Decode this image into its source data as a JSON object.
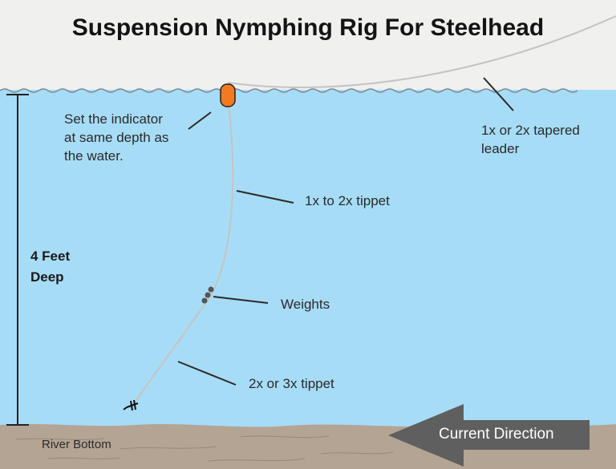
{
  "title": "Suspension Nymphing Rig For Steelhead",
  "labels": {
    "indicator_note": [
      "Set the indicator",
      "at same depth as",
      "the water."
    ],
    "leader": [
      "1x or 2x tapered",
      "leader"
    ],
    "tippet_upper": "1x to 2x tippet",
    "weights": "Weights",
    "tippet_lower": "2x or 3x tippet",
    "depth": [
      "4 Feet",
      "Deep"
    ],
    "river_bottom": "River Bottom",
    "current_direction": "Current Direction"
  },
  "colors": {
    "sky": "#f0f0ef",
    "water": "#a7dcf6",
    "surface_line": "#7a8c96",
    "river_bed": "#b4a494",
    "indicator": "#f47a20",
    "line": "#c4c4c4",
    "pointer": "#2a2a2a",
    "weights": "#555555",
    "current_arrow": "#5f5f5f"
  }
}
